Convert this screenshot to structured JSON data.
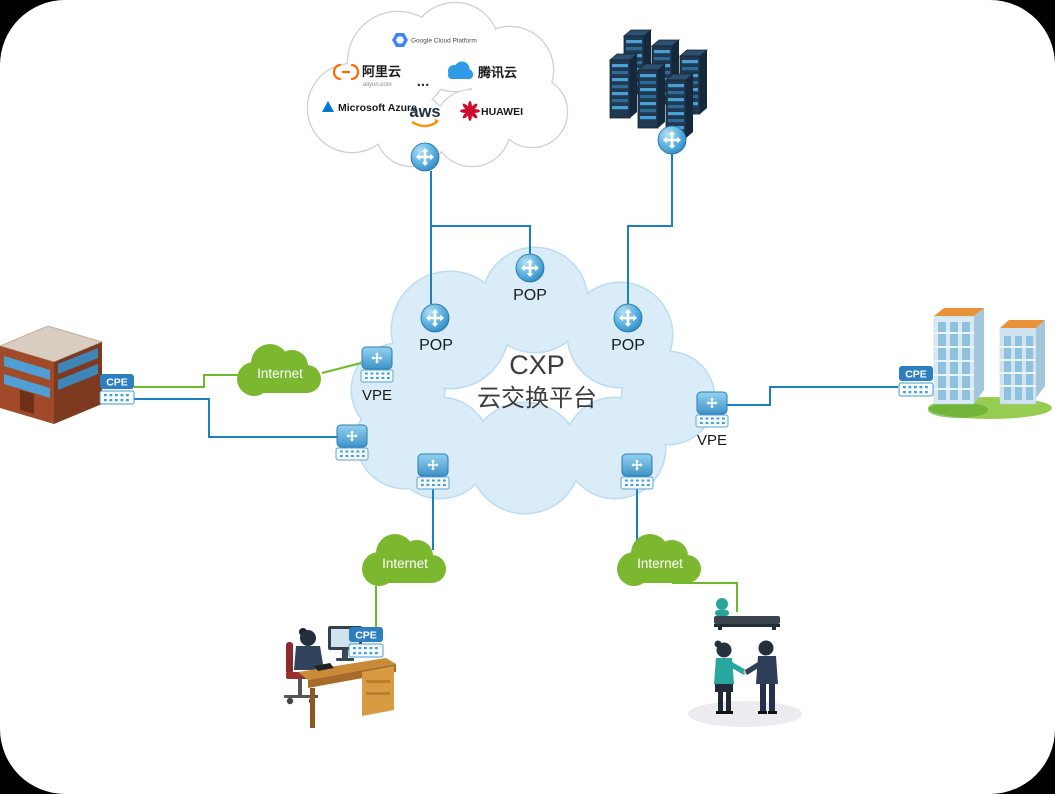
{
  "public_cloud": {
    "google_label": "Google Cloud Platform",
    "alibaba_label": "阿里云",
    "alibaba_sub": "aliyun.com",
    "ellipsis": "...",
    "tencent_label": "腾讯云",
    "azure_label": "Microsoft Azure",
    "aws_label": "aws",
    "huawei_label": "HUAWEI"
  },
  "cxp_cloud": {
    "title_line1": "CXP",
    "title_line2": "云交换平台"
  },
  "labels": {
    "pop_top": "POP",
    "pop_left": "POP",
    "pop_right": "POP",
    "vpe_left": "VPE",
    "vpe_right": "VPE",
    "cpe_left": "CPE",
    "cpe_right": "CPE",
    "cpe_desk": "CPE",
    "internet_left": "Internet",
    "internet_bottom_left": "Internet",
    "internet_bottom_right": "Internet"
  },
  "colors": {
    "connection_blue": "#1b7fc4",
    "connection_green": "#6cb92d",
    "cxp_cloud_fill": "#d9ecf8",
    "internet_cloud_fill": "#7cb82f",
    "node_blue": "#3f93c8",
    "cpe_badge_blue": "#2e7fc0",
    "huawei_red": "#cf0a2c",
    "alibaba_orange": "#ff6a00",
    "aws_orange": "#f79400",
    "tencent_blue": "#2f9ae8",
    "azure_blue": "#0078d4"
  }
}
